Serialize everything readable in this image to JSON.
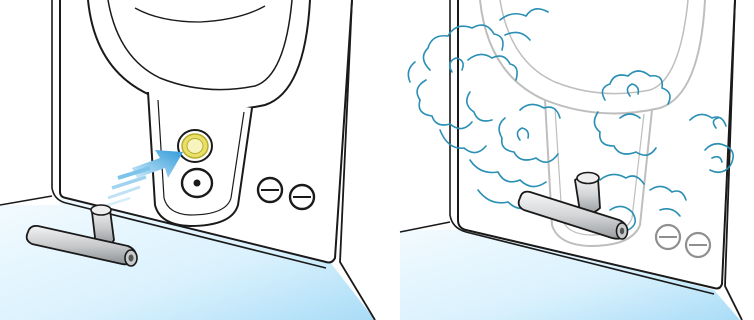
{
  "figure": {
    "panels": [
      {
        "id": "left",
        "depicts": "key-tool-being-inserted-into-port",
        "arrow_direction": "up-right"
      },
      {
        "id": "right",
        "depicts": "key-tool-inserted-with-steam-clouds"
      }
    ],
    "colors": {
      "outline": "#1a1a1a",
      "floor_light": "#eaf7ff",
      "floor_dark": "#bfe6fb",
      "arrow": "#4aa8e0",
      "steam": "#2a8fb4",
      "port_ring": "#d6cd4a",
      "key_fill": "#d8dadc",
      "faded_outline": "#9a9a9a"
    }
  }
}
